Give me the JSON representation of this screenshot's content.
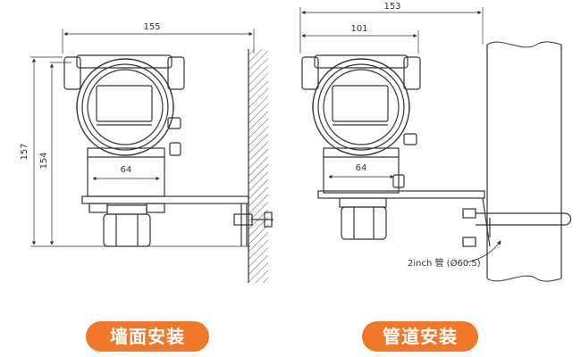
{
  "wall_mount": {
    "label": "墙面安装",
    "dimensions": {
      "width_top": "155",
      "height_outer": "157",
      "height_inner": "154",
      "neck_width": "64"
    }
  },
  "pipe_mount": {
    "label": "管道安装",
    "dimensions": {
      "width_total": "153",
      "width_inner": "101",
      "neck_width": "64",
      "pipe_note": "2inch 管 (Ø60.5)"
    }
  },
  "colors": {
    "accent": "#f0782a",
    "line": "#333333"
  }
}
